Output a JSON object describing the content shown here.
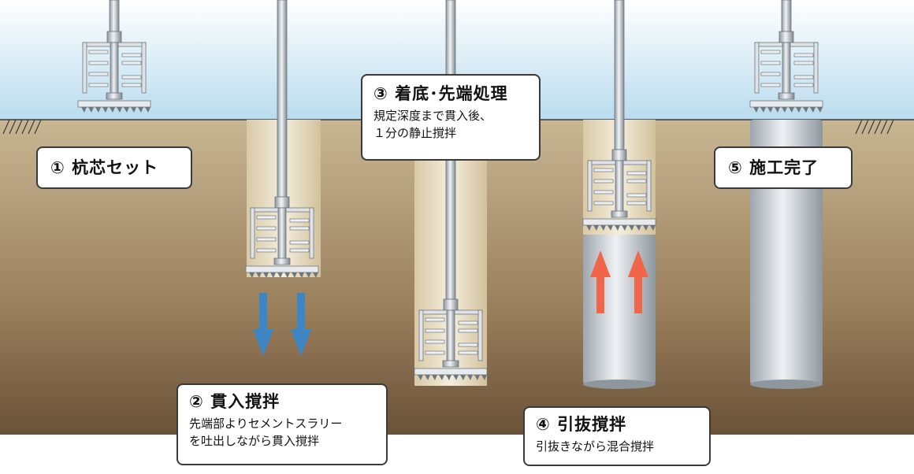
{
  "steps": [
    {
      "number": "①",
      "title": "杭芯セット",
      "description": []
    },
    {
      "number": "②",
      "title": "貫入撹拌",
      "description": [
        "先端部よりセメントスラリー",
        "を吐出しながら貫入撹拌"
      ]
    },
    {
      "number": "③",
      "title": "着底･先端処理",
      "description": [
        "規定深度まで貫入後、",
        "１分の静止撹拌"
      ]
    },
    {
      "number": "④",
      "title": "引抜撹拌",
      "description": [
        "引抜きながら混合撹拌"
      ]
    },
    {
      "number": "⑤",
      "title": "施工完了",
      "description": []
    }
  ],
  "colors": {
    "sky_top": "#ffffff",
    "sky_bottom": "#b9dcee",
    "soil_top": "#c8b693",
    "soil_bottom": "#6a5238",
    "down_arrow": "#3d86c6",
    "up_arrow": "#f0664a",
    "column_fill": "#c9cfd6",
    "borehole_fill": "#efe6cf"
  },
  "icons": [
    "down-arrow-icon",
    "up-arrow-icon",
    "mixing-blade-icon"
  ]
}
